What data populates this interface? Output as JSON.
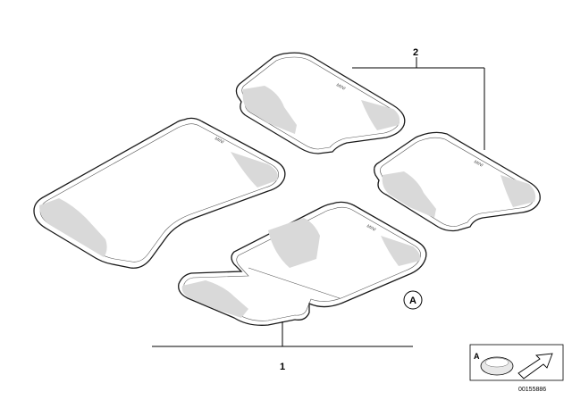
{
  "callouts": {
    "mat_set_1": "1",
    "mat_set_2": "2",
    "detail_ref": "A",
    "legend_ref": "A"
  },
  "mat_logo_text": "MINI",
  "diagram_id": "00155886"
}
